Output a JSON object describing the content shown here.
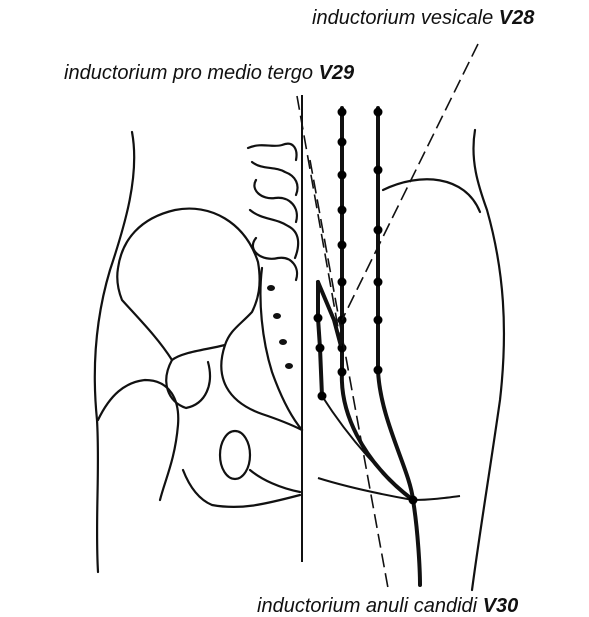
{
  "labels": {
    "v28": {
      "name": "inductorium vesicale",
      "code": "V28"
    },
    "v29": {
      "name": "inductorium pro medio tergo",
      "code": "V29"
    },
    "v30": {
      "name": "inductorium anuli candidi",
      "code": "V30"
    }
  },
  "colors": {
    "line": "#111111",
    "point": "#000000",
    "background": "#ffffff"
  }
}
